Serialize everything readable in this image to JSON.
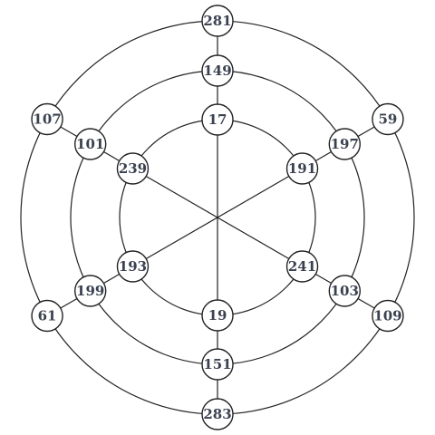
{
  "diagram": {
    "rings": [
      {
        "name": "inner",
        "nodes": [
          "17",
          "191",
          "241",
          "19",
          "193",
          "239"
        ]
      },
      {
        "name": "middle",
        "nodes": [
          "149",
          "197",
          "103",
          "151",
          "199",
          "101"
        ]
      },
      {
        "name": "outer",
        "nodes": [
          "281",
          "59",
          "109",
          "283",
          "61",
          "107"
        ]
      }
    ],
    "colors": {
      "stroke": "#222222",
      "node_fill": "#ffffff",
      "text": "#3a4250"
    }
  }
}
